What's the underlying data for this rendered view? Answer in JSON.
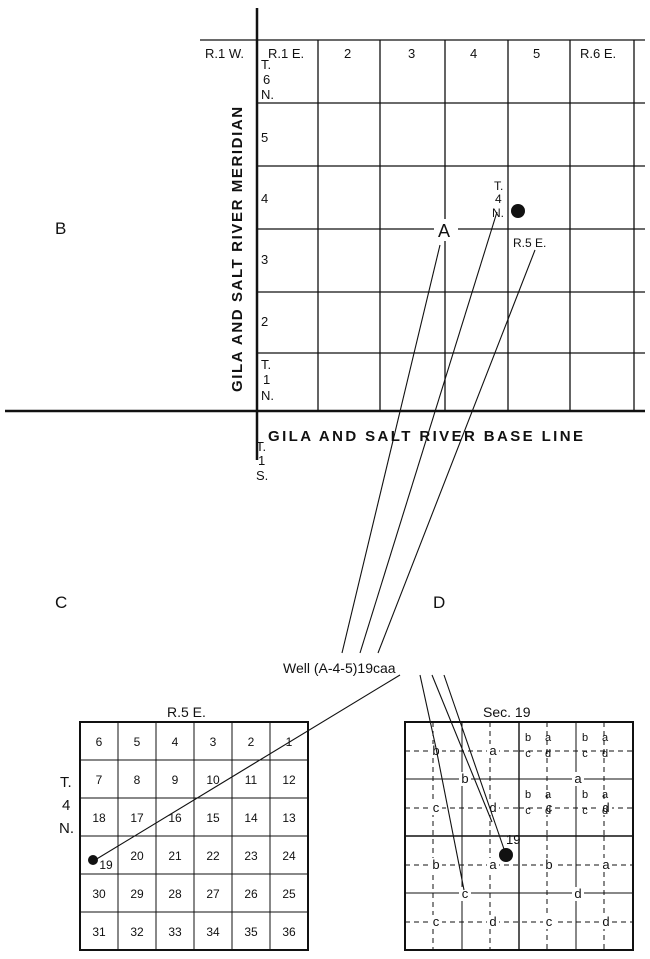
{
  "panel_labels": {
    "b": "B",
    "c": "C",
    "d": "D"
  },
  "meridian_label": "GILA AND SALT RIVER MERIDIAN",
  "base_line_label": "GILA AND SALT RIVER BASE LINE",
  "range_labels": {
    "w1": "R.1 W.",
    "e1": "R.1 E.",
    "r2": "2",
    "r3": "3",
    "r4": "4",
    "r5": "5",
    "e6": "R.6 E."
  },
  "township_labels": {
    "t6n": [
      "T.",
      "6",
      "N."
    ],
    "t5": "5",
    "t4": "4",
    "t3": "3",
    "t2": "2",
    "t1n": [
      "T.",
      "1",
      "N."
    ],
    "t1s": [
      "T.",
      "1",
      "S."
    ]
  },
  "area_label": "A",
  "callout_t4n": [
    "T.",
    "4",
    "N."
  ],
  "callout_r5e": "R.5 E.",
  "well_label": "Well (A-4-5)19caa",
  "panel_c": {
    "title": "R.5 E.",
    "side_label": [
      "T.",
      "4",
      "N."
    ],
    "rows": [
      [
        "6",
        "5",
        "4",
        "3",
        "2",
        "1"
      ],
      [
        "7",
        "8",
        "9",
        "10",
        "11",
        "12"
      ],
      [
        "18",
        "17",
        "16",
        "15",
        "14",
        "13"
      ],
      [
        "19",
        "20",
        "21",
        "22",
        "23",
        "24"
      ],
      [
        "30",
        "29",
        "28",
        "27",
        "26",
        "25"
      ],
      [
        "31",
        "32",
        "33",
        "34",
        "35",
        "36"
      ]
    ]
  },
  "panel_d": {
    "title": "Sec. 19",
    "section_marker": "19",
    "quarter_labels": {
      "b": "b",
      "a": "a",
      "c": "c",
      "d": "d"
    }
  }
}
